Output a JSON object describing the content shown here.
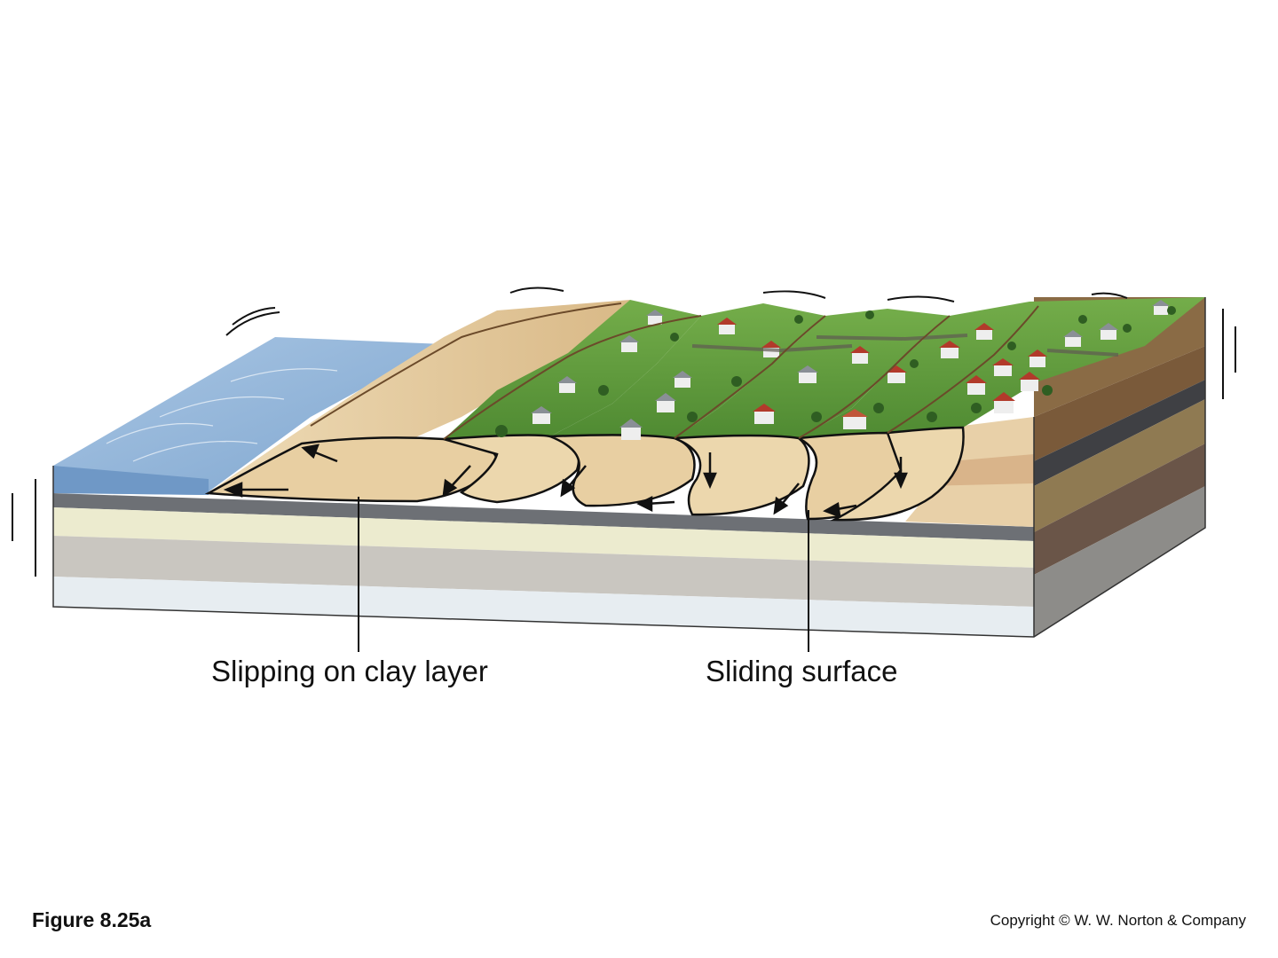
{
  "figure": {
    "number": "Figure 8.25a",
    "copyright": "Copyright © W. W. Norton & Company"
  },
  "callouts": [
    {
      "id": "clay-layer",
      "text": "Slipping on clay layer"
    },
    {
      "id": "sliding-surface",
      "text": "Sliding surface"
    }
  ],
  "colors": {
    "water": "#8fb3d6",
    "water_edge": "#6f98c6",
    "grass": "#5f9a3c",
    "sand": "#e6cba1",
    "clay": "#6a6d72",
    "outline": "#111111"
  }
}
